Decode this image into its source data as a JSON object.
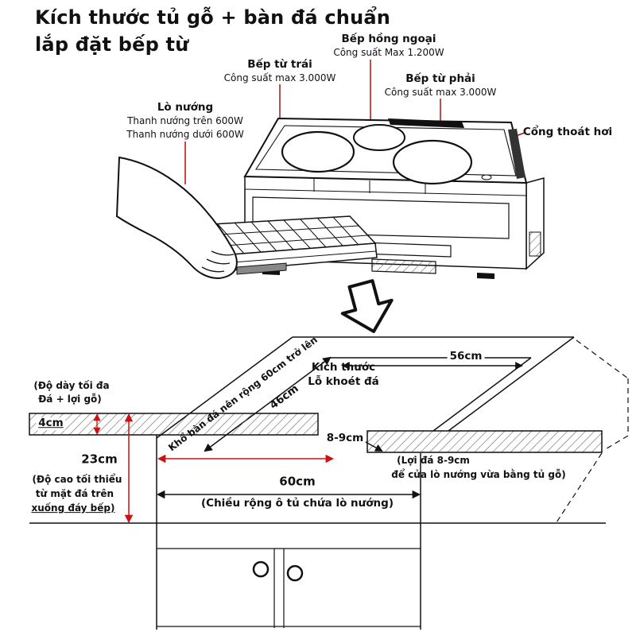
{
  "title": {
    "line1": "Kích thước tủ gỗ + bàn đá chuẩn",
    "line2": "lắp đặt bếp từ"
  },
  "callouts": {
    "infrared_name": "Bếp hồng ngoại",
    "infrared_power": "Công suất Max 1.200W",
    "left_zone_name": "Bếp từ trái",
    "left_zone_power": "Công suất max 3.000W",
    "right_zone_name": "Bếp từ phải",
    "right_zone_power": "Công suất max 3.000W",
    "oven_name": "Lò nướng",
    "oven_top_power": "Thanh nướng trên 600W",
    "oven_bottom_power": "Thanh nướng dưới 600W",
    "vent_name": "Cổng thoát hơi"
  },
  "dimensions": {
    "slab_width_note": "Khổ bàn đá nên rộng 60cm trở lên",
    "cutout_depth": "46cm",
    "cutout_width": "56cm",
    "cutout_caption1": "Kích thước",
    "cutout_caption2": "Lỗ khoét đá",
    "ledge": "8-9cm",
    "ledge_note1": "(Lợi đá 8-9cm",
    "ledge_note2": "để cửa lò nướng vừa bằng tủ gỗ)",
    "thickness_note1": "(Độ dày tối đa",
    "thickness_note2": "Đá + lợi gỗ)",
    "thickness": "4cm",
    "min_height": "23cm",
    "height_note1": "(Độ cao tối thiểu",
    "height_note2": "từ mặt đá trên",
    "height_note3": "xuống đáy bếp)",
    "cabinet_width": "60cm",
    "cabinet_width_note": "(Chiều rộng ô tủ chứa lò nướng)"
  },
  "colors": {
    "ink": "#111111",
    "leader_red": "#b01010",
    "dimension_red": "#cc1111"
  }
}
